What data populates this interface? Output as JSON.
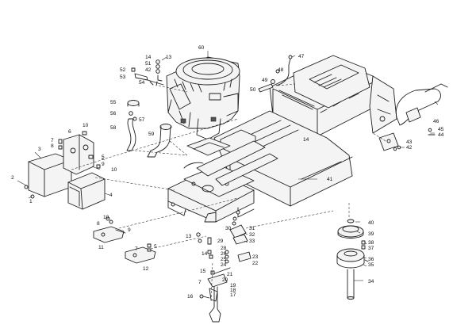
{
  "callouts": [
    {
      "id": "c1",
      "text": "1"
    },
    {
      "id": "c2",
      "text": "2"
    },
    {
      "id": "c3",
      "text": "3"
    },
    {
      "id": "c4",
      "text": "4"
    },
    {
      "id": "c5",
      "text": "5"
    },
    {
      "id": "c6",
      "text": "6"
    },
    {
      "id": "c7",
      "text": "7"
    },
    {
      "id": "c8",
      "text": "8"
    },
    {
      "id": "c9",
      "text": "9"
    },
    {
      "id": "c10",
      "text": "10"
    },
    {
      "id": "c10b",
      "text": "10"
    },
    {
      "id": "c11",
      "text": "11"
    },
    {
      "id": "c12",
      "text": "12"
    },
    {
      "id": "c13",
      "text": "13"
    },
    {
      "id": "c14",
      "text": "14"
    },
    {
      "id": "c14b",
      "text": "14"
    },
    {
      "id": "c14c",
      "text": "14"
    },
    {
      "id": "c15",
      "text": "15"
    },
    {
      "id": "c16",
      "text": "16"
    },
    {
      "id": "c17",
      "text": "17"
    },
    {
      "id": "c18",
      "text": "18"
    },
    {
      "id": "c19",
      "text": "19"
    },
    {
      "id": "c20",
      "text": "20"
    },
    {
      "id": "c21",
      "text": "21"
    },
    {
      "id": "c22",
      "text": "22"
    },
    {
      "id": "c23",
      "text": "23"
    },
    {
      "id": "c24",
      "text": "24"
    },
    {
      "id": "c25",
      "text": "25"
    },
    {
      "id": "c26",
      "text": "26"
    },
    {
      "id": "c27",
      "text": "27"
    },
    {
      "id": "c28",
      "text": "28"
    },
    {
      "id": "c29",
      "text": "29"
    },
    {
      "id": "c30",
      "text": "30"
    },
    {
      "id": "c31",
      "text": "31"
    },
    {
      "id": "c32",
      "text": "32"
    },
    {
      "id": "c33",
      "text": "33"
    },
    {
      "id": "c34",
      "text": "34"
    },
    {
      "id": "c35",
      "text": "35"
    },
    {
      "id": "c36",
      "text": "36"
    },
    {
      "id": "c37",
      "text": "37"
    },
    {
      "id": "c38",
      "text": "38"
    },
    {
      "id": "c39",
      "text": "39"
    },
    {
      "id": "c40",
      "text": "40"
    },
    {
      "id": "c41",
      "text": "41"
    },
    {
      "id": "c42",
      "text": "42"
    },
    {
      "id": "c42b",
      "text": "42"
    },
    {
      "id": "c43",
      "text": "43"
    },
    {
      "id": "c44",
      "text": "44"
    },
    {
      "id": "c45",
      "text": "45"
    },
    {
      "id": "c46",
      "text": "46"
    },
    {
      "id": "c47",
      "text": "47"
    },
    {
      "id": "c48",
      "text": "48"
    },
    {
      "id": "c49",
      "text": "49"
    },
    {
      "id": "c50",
      "text": "50"
    },
    {
      "id": "c51",
      "text": "51"
    },
    {
      "id": "c52",
      "text": "52"
    },
    {
      "id": "c53",
      "text": "53"
    },
    {
      "id": "c54",
      "text": "54"
    },
    {
      "id": "c55",
      "text": "55"
    },
    {
      "id": "c56",
      "text": "56"
    },
    {
      "id": "c57",
      "text": "57"
    },
    {
      "id": "c58",
      "text": "58"
    },
    {
      "id": "c59",
      "text": "59"
    },
    {
      "id": "c60",
      "text": "60"
    }
  ]
}
